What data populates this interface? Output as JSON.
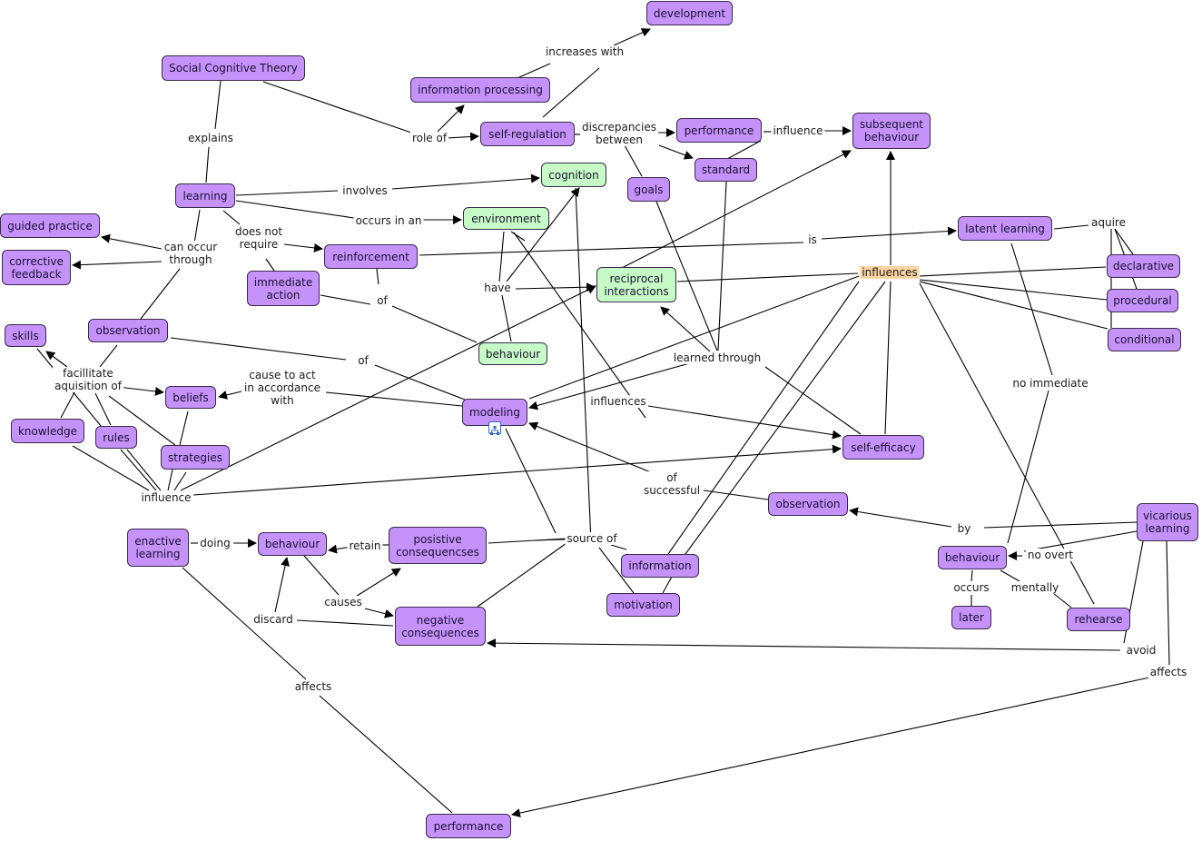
{
  "concepts": {
    "sct": "Social Cognitive Theory",
    "development": "development",
    "info_processing": "information processing",
    "self_regulation": "self-regulation",
    "performance_top": "performance",
    "subsequent_behaviour": "subsequent\nbehaviour",
    "cognition": "cognition",
    "standard": "standard",
    "goals": "goals",
    "learning": "learning",
    "environment": "environment",
    "latent_learning": "latent learning",
    "guided_practice": "guided practice",
    "corrective_feedback": "corrective\nfeedback",
    "reinforcement": "reinforcement",
    "reciprocal_interactions": "reciprocal\ninteractions",
    "declarative": "declarative",
    "immediate_action": "immediate\naction",
    "procedural": "procedural",
    "observation_left": "observation",
    "skills": "skills",
    "behaviour_green": "behaviour",
    "conditional": "conditional",
    "beliefs": "beliefs",
    "modeling": "modeling",
    "knowledge": "knowledge",
    "rules": "rules",
    "self_efficacy": "self-efficacy",
    "strategies": "strategies",
    "observation_right": "observation",
    "vicarious_learning": "vicarious\nlearning",
    "enactive_learning": "enactive\nlearning",
    "behaviour_mid": "behaviour",
    "positive_consequences": "posistive\nconsequencses",
    "information": "information",
    "behaviour_right": "behaviour",
    "motivation": "motivation",
    "later": "later",
    "rehearse": "rehearse",
    "negative_consequences": "negative\nconsequences",
    "performance_bottom": "performance"
  },
  "links": {
    "increases_with": "increases with",
    "explains": "explains",
    "role_of": "role of",
    "discrepancies_between": "discrepancies\nbetween",
    "influence_top": "influence",
    "involves": "involves",
    "occurs_in_an": "occurs in an",
    "does_not_require": "does not\nrequire",
    "can_occur_through": "can occur\nthrough",
    "is": "is",
    "aquire": "aquire",
    "influences_hl": "influences",
    "have": "have",
    "of_reinf": "of",
    "learned_through": "learned through",
    "of_obs": "of",
    "facilitate": "facillitate\naquisition of",
    "cause_to_act": "cause to act\nin accordance\nwith",
    "no_immediate": "no immediate",
    "influences_mid": "influences",
    "of_successful": "of\nsuccessful",
    "influence_left": "influence",
    "by": "by",
    "doing": "doing",
    "source_of": "source of",
    "retain": "retain",
    "no_overt": "no overt",
    "occurs": "occurs",
    "mentally": "mentally",
    "causes": "causes",
    "discard": "discard",
    "avoid": "avoid",
    "affects_right": "affects",
    "affects_left": "affects"
  },
  "icons": {
    "submap": "submap-icon"
  },
  "colors": {
    "concept_purple": "#c592fa",
    "concept_green": "#c6fac6",
    "highlight_orange": "#fcd4a4"
  }
}
